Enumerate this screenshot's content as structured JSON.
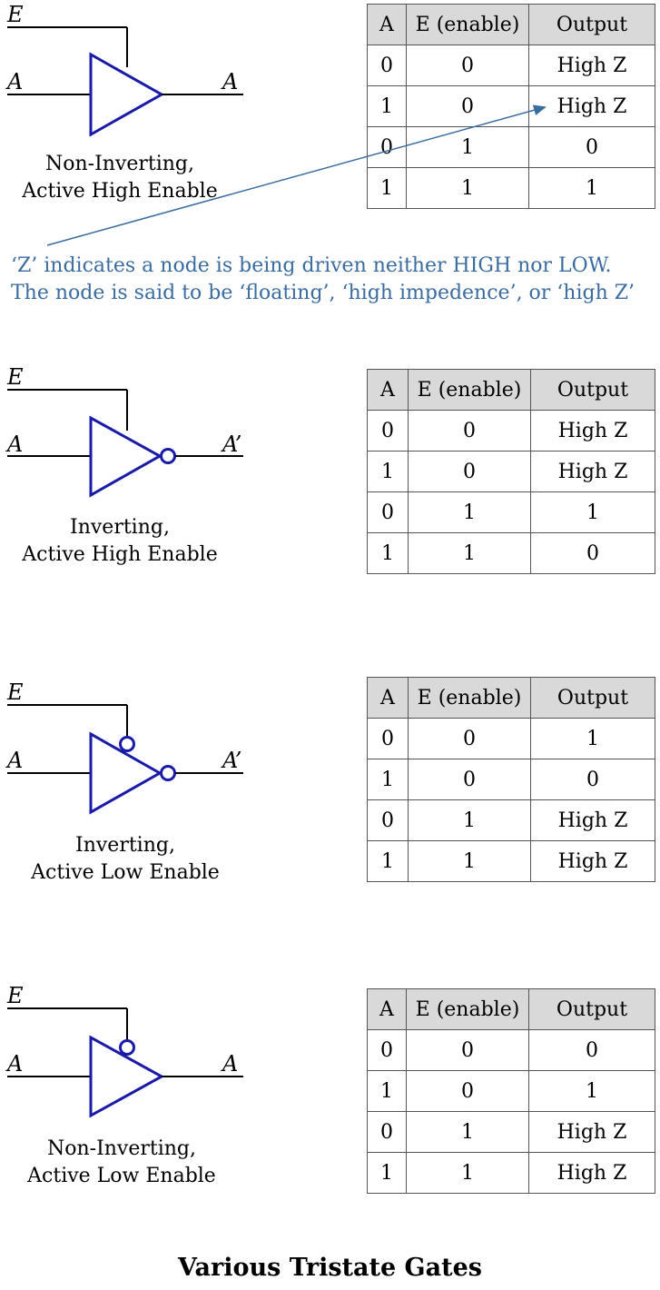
{
  "gates": [
    {
      "id": "gate1",
      "signals": {
        "enable": "E",
        "input": "A",
        "output": "A"
      },
      "caption": [
        "Non-Inverting,",
        "Active High Enable"
      ],
      "table": {
        "headers": [
          "A",
          "E (enable)",
          "Output"
        ],
        "rows": [
          [
            "0",
            "0",
            "High Z"
          ],
          [
            "1",
            "0",
            "High Z"
          ],
          [
            "0",
            "1",
            "0"
          ],
          [
            "1",
            "1",
            "1"
          ]
        ]
      }
    },
    {
      "id": "gate2",
      "signals": {
        "enable": "E",
        "input": "A",
        "output": "A’"
      },
      "caption": [
        "Inverting,",
        "Active High Enable"
      ],
      "table": {
        "headers": [
          "A",
          "E (enable)",
          "Output"
        ],
        "rows": [
          [
            "0",
            "0",
            "High Z"
          ],
          [
            "1",
            "0",
            "High Z"
          ],
          [
            "0",
            "1",
            "1"
          ],
          [
            "1",
            "1",
            "0"
          ]
        ]
      }
    },
    {
      "id": "gate3",
      "signals": {
        "enable": "E",
        "input": "A",
        "output": "A’"
      },
      "caption": [
        "Inverting,",
        "Active Low Enable"
      ],
      "table": {
        "headers": [
          "A",
          "E (enable)",
          "Output"
        ],
        "rows": [
          [
            "0",
            "0",
            "1"
          ],
          [
            "1",
            "0",
            "0"
          ],
          [
            "0",
            "1",
            "High Z"
          ],
          [
            "1",
            "1",
            "High Z"
          ]
        ]
      }
    },
    {
      "id": "gate4",
      "signals": {
        "enable": "E",
        "input": "A",
        "output": "A"
      },
      "caption": [
        "Non-Inverting,",
        "Active Low Enable"
      ],
      "table": {
        "headers": [
          "A",
          "E (enable)",
          "Output"
        ],
        "rows": [
          [
            "0",
            "0",
            "0"
          ],
          [
            "1",
            "0",
            "1"
          ],
          [
            "0",
            "1",
            "High Z"
          ],
          [
            "1",
            "1",
            "High Z"
          ]
        ]
      }
    }
  ],
  "note": [
    "‘Z’ indicates a node is being driven neither HIGH nor LOW.",
    "The node is said to be ‘floating’, ‘high impedence’, or ‘high Z’"
  ],
  "colors": {
    "gate": "#1a1aa8",
    "note": "#3a6ca0",
    "header_bg": "#d9d9d9"
  },
  "title": "Various Tristate Gates"
}
